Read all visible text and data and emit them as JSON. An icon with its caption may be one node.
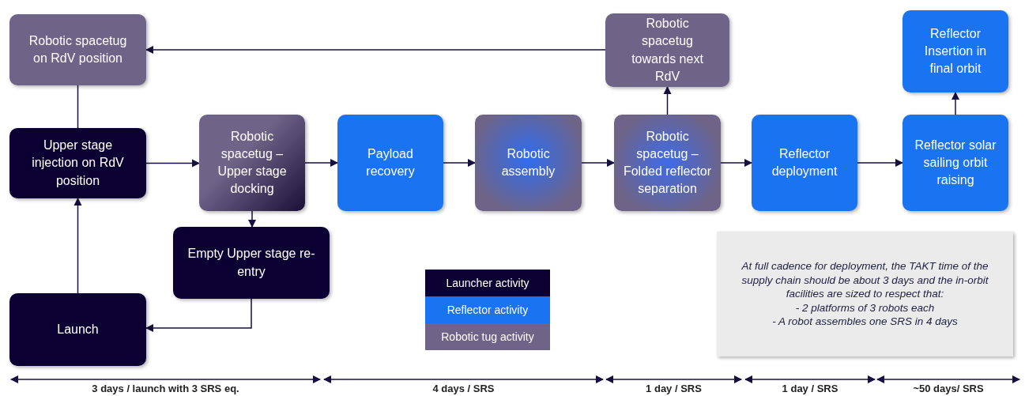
{
  "diagram": {
    "nodes": [
      {
        "text": [
          "Robotic spacetug on RdV position"
        ]
      },
      {
        "text": [
          "Upper stage injection on RdV position"
        ]
      },
      {
        "text": [
          "Robotic spacetug – Upper stage docking"
        ]
      },
      {
        "text": [
          "Payload recovery"
        ]
      },
      {
        "text": [
          "Robotic assembly"
        ]
      },
      {
        "text": [
          "Robotic spacetug towards next RdV"
        ]
      },
      {
        "text": [
          "Robotic spacetug – Folded reflector separation"
        ]
      },
      {
        "text": [
          "Reflector deployment"
        ]
      },
      {
        "text": [
          "Reflector Insertion in final orbit"
        ]
      },
      {
        "text": [
          "Reflector solar sailing orbit raising"
        ]
      },
      {
        "text": [
          "Empty Upper stage re-entry"
        ]
      },
      {
        "text": [
          "Launch"
        ]
      },
      {
        "text": [
          "At full cadence for deployment, the TAKT time of the supply chain should be about 3 days and the in-orbit facilities are sized to respect that:",
          "-   2 platforms of 3 robots each",
          "-   A robot assembles one SRS in 4 days"
        ]
      }
    ],
    "edges": [
      {
        "from": 1,
        "to": 0,
        "arrow": "none"
      },
      {
        "from": 5,
        "to": 0,
        "arrow": "to"
      },
      {
        "from": 11,
        "to": 1,
        "arrow": "to"
      },
      {
        "from": 1,
        "to": 2,
        "arrow": "to"
      },
      {
        "from": 2,
        "to": 10,
        "arrow": "to"
      },
      {
        "from": 10,
        "to": 11,
        "arrow": "to"
      },
      {
        "from": 2,
        "to": 3,
        "arrow": "to"
      },
      {
        "from": 3,
        "to": 4,
        "arrow": "to"
      },
      {
        "from": 4,
        "to": 6,
        "arrow": "to"
      },
      {
        "from": 6,
        "to": 5,
        "arrow": "to"
      },
      {
        "from": 6,
        "to": 7,
        "arrow": "to"
      },
      {
        "from": 7,
        "to": 9,
        "arrow": "to"
      },
      {
        "from": 9,
        "to": 8,
        "arrow": "to"
      }
    ],
    "labels": [
      "3 days / launch with 3 SRS eq.",
      "4 days / SRS",
      "1 day / SRS",
      "1 day / SRS",
      "~50 days/ SRS"
    ],
    "legend": [
      {
        "text": "Launcher activity",
        "color": "#0c0033"
      },
      {
        "text": "Reflector activity",
        "color": "#1a73f0"
      },
      {
        "text": "Robotic tug activity",
        "color": "#6e6488"
      }
    ]
  }
}
